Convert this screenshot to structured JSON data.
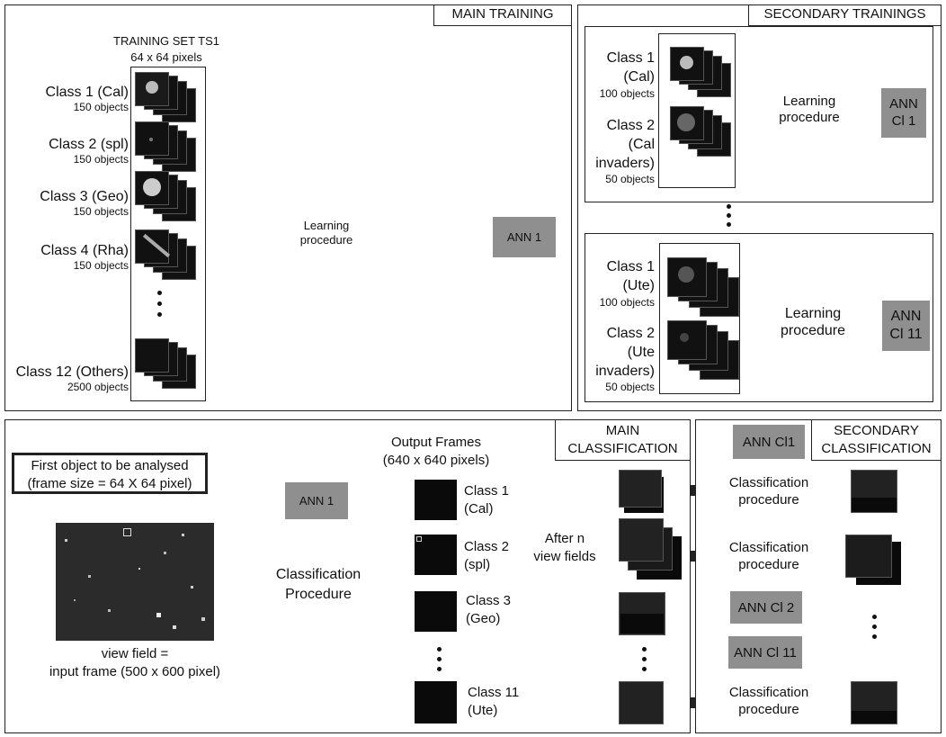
{
  "main_training": {
    "title": "MAIN  TRAINING",
    "training_set_title": "TRAINING SET TS1",
    "training_set_size": "64 x 64 pixels",
    "classes": [
      {
        "name": "Class 1 (Cal)",
        "count": "150 objects"
      },
      {
        "name": "Class 2 (spl)",
        "count": "150 objects"
      },
      {
        "name": "Class 3 (Geo)",
        "count": "150 objects"
      },
      {
        "name": "Class 4 (Rha)",
        "count": "150 objects"
      },
      {
        "name": "Class 12 (Others)",
        "count": "2500 objects"
      }
    ],
    "learning_line1": "Learning",
    "learning_line2": "procedure",
    "ann": "ANN 1"
  },
  "secondary_trainings": {
    "title": "SECONDARY TRAININGS",
    "box1": {
      "class1": [
        "Class 1",
        "(Cal)"
      ],
      "class1_count": "100 objects",
      "class2": [
        "Class 2",
        "(Cal",
        "invaders)"
      ],
      "class2_count": "50 objects",
      "learning_line1": "Learning",
      "learning_line2": "procedure",
      "ann_line1": "ANN",
      "ann_line2": "Cl 1"
    },
    "box2": {
      "class1": [
        "Class 1",
        "(Ute)"
      ],
      "class1_count": "100 objects",
      "class2": [
        "Class 2",
        "(Ute",
        "invaders)"
      ],
      "class2_count": "50 objects",
      "learning_line1": "Learning",
      "learning_line2": "procedure",
      "ann_line1": "ANN",
      "ann_line2": "Cl 11"
    }
  },
  "classification": {
    "first_object_line1": "First object to be analysed",
    "first_object_line2": "(frame size = 64 X 64 pixel)",
    "view_field_line1": "view field =",
    "view_field_line2": "input frame (500 x 600 pixel)",
    "ann": "ANN 1",
    "proc_line1": "Classification",
    "proc_line2": "Procedure",
    "output_title_line1": "Output Frames",
    "output_title_line2": "(640 x 640 pixels)",
    "outputs": [
      [
        "Class 1",
        "(Cal)"
      ],
      [
        "Class 2",
        "(spl)"
      ],
      [
        "Class 3",
        "(Geo)"
      ],
      [
        "Class 11",
        "(Ute)"
      ]
    ],
    "after_line1": "After n",
    "after_line2": "view fields",
    "main_classification_line1": "MAIN",
    "main_classification_line2": "CLASSIFICATION",
    "secondary_classification_line1": "SECONDARY",
    "secondary_classification_line2": "CLASSIFICATION",
    "ann_cl1": "ANN Cl1",
    "ann_cl2": "ANN Cl 2",
    "ann_cl11": "ANN Cl 11",
    "sec_proc_line1": "Classification",
    "sec_proc_line2": "procedure"
  },
  "colors": {
    "gray": "#8f8f8f",
    "dark": "#111111",
    "arrow": "#222222"
  }
}
